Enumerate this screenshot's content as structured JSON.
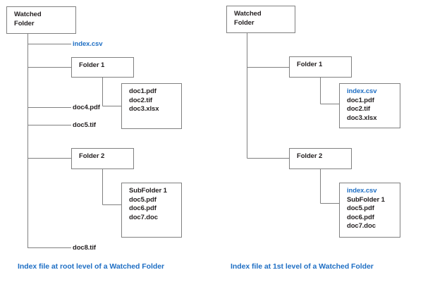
{
  "diagram": {
    "type": "tree-diagram",
    "description": "Two folder-tree diagrams comparing index file placement in a Watched Folder",
    "colors": {
      "accent": "#1f6fc4",
      "line": "#808080",
      "text": "#231f20",
      "background": "#ffffff"
    }
  },
  "left": {
    "root": {
      "line1": "Watched",
      "line2": "Folder"
    },
    "branches": {
      "index": "index.csv",
      "folder1": "Folder 1",
      "doc4": "doc4.pdf",
      "doc5": "doc5.tif",
      "folder2": "Folder 2",
      "doc8": "doc8.tif"
    },
    "folder1_files": [
      "doc1.pdf",
      "doc2.tif",
      "doc3.xlsx"
    ],
    "folder2_files": [
      "SubFolder 1",
      "doc5.pdf",
      "doc6.pdf",
      "doc7.doc"
    ],
    "caption": "Index file at root level of a Watched Folder"
  },
  "right": {
    "root": {
      "line1": "Watched",
      "line2": "Folder"
    },
    "branches": {
      "folder1": "Folder 1",
      "folder2": "Folder 2"
    },
    "folder1_files": [
      "index.csv",
      "doc1.pdf",
      "doc2.tif",
      "doc3.xlsx"
    ],
    "folder1_index": "index.csv",
    "folder2_files": [
      "index.csv",
      "SubFolder 1",
      "doc5.pdf",
      "doc6.pdf",
      "doc7.doc"
    ],
    "folder2_index": "index.csv",
    "caption": "Index file at 1st level of a Watched Folder"
  }
}
